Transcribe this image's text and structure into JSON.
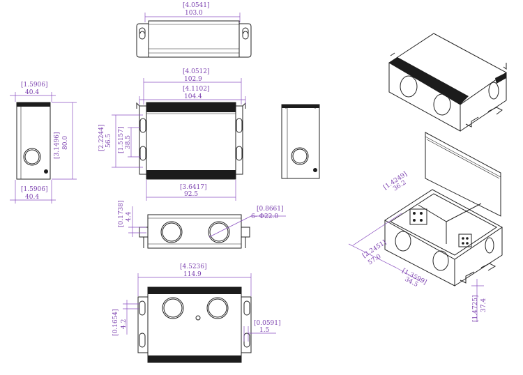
{
  "dimension_color": "#8a4fc0",
  "line_color": "#222222",
  "top_view": {
    "width_in": "[4.0541]",
    "width_mm": "103.0"
  },
  "front_view": {
    "overall_in": "[4.0512]",
    "overall_mm": "102.9",
    "flange_in": "[4.1102]",
    "flange_mm": "104.4",
    "body_in": "[3.6417]",
    "body_mm": "92.5",
    "height_in": "[2.2244]",
    "height_mm": "56.5",
    "slot_in": "[1.5157]",
    "slot_mm": "38.5"
  },
  "left_view": {
    "top_in": "[1.5906]",
    "top_mm": "40.4",
    "bottom_in": "[1.5906]",
    "bottom_mm": "40.4",
    "height_in": "[3.1496]",
    "height_mm": "80.0"
  },
  "side_holes_view": {
    "offset_in": "[0.1738]",
    "offset_mm": "4.4",
    "hole_in": "[0.8661]",
    "hole_mm": "6- Φ22.0"
  },
  "bottom_view": {
    "width_in": "[4.5236]",
    "width_mm": "114.9",
    "left_in": "[0.1654]",
    "left_mm": "4.2",
    "small_in": "[0.0591]",
    "small_mm": "1.5"
  },
  "iso_view": {
    "a_in": "[1.4249]",
    "a_mm": "36.2",
    "b_in": "[2.2451]",
    "b_mm": "57.0",
    "c_in": "[1.3599]",
    "c_mm": "34.5",
    "d_in": "[1.4725]",
    "d_mm": "37.4"
  }
}
